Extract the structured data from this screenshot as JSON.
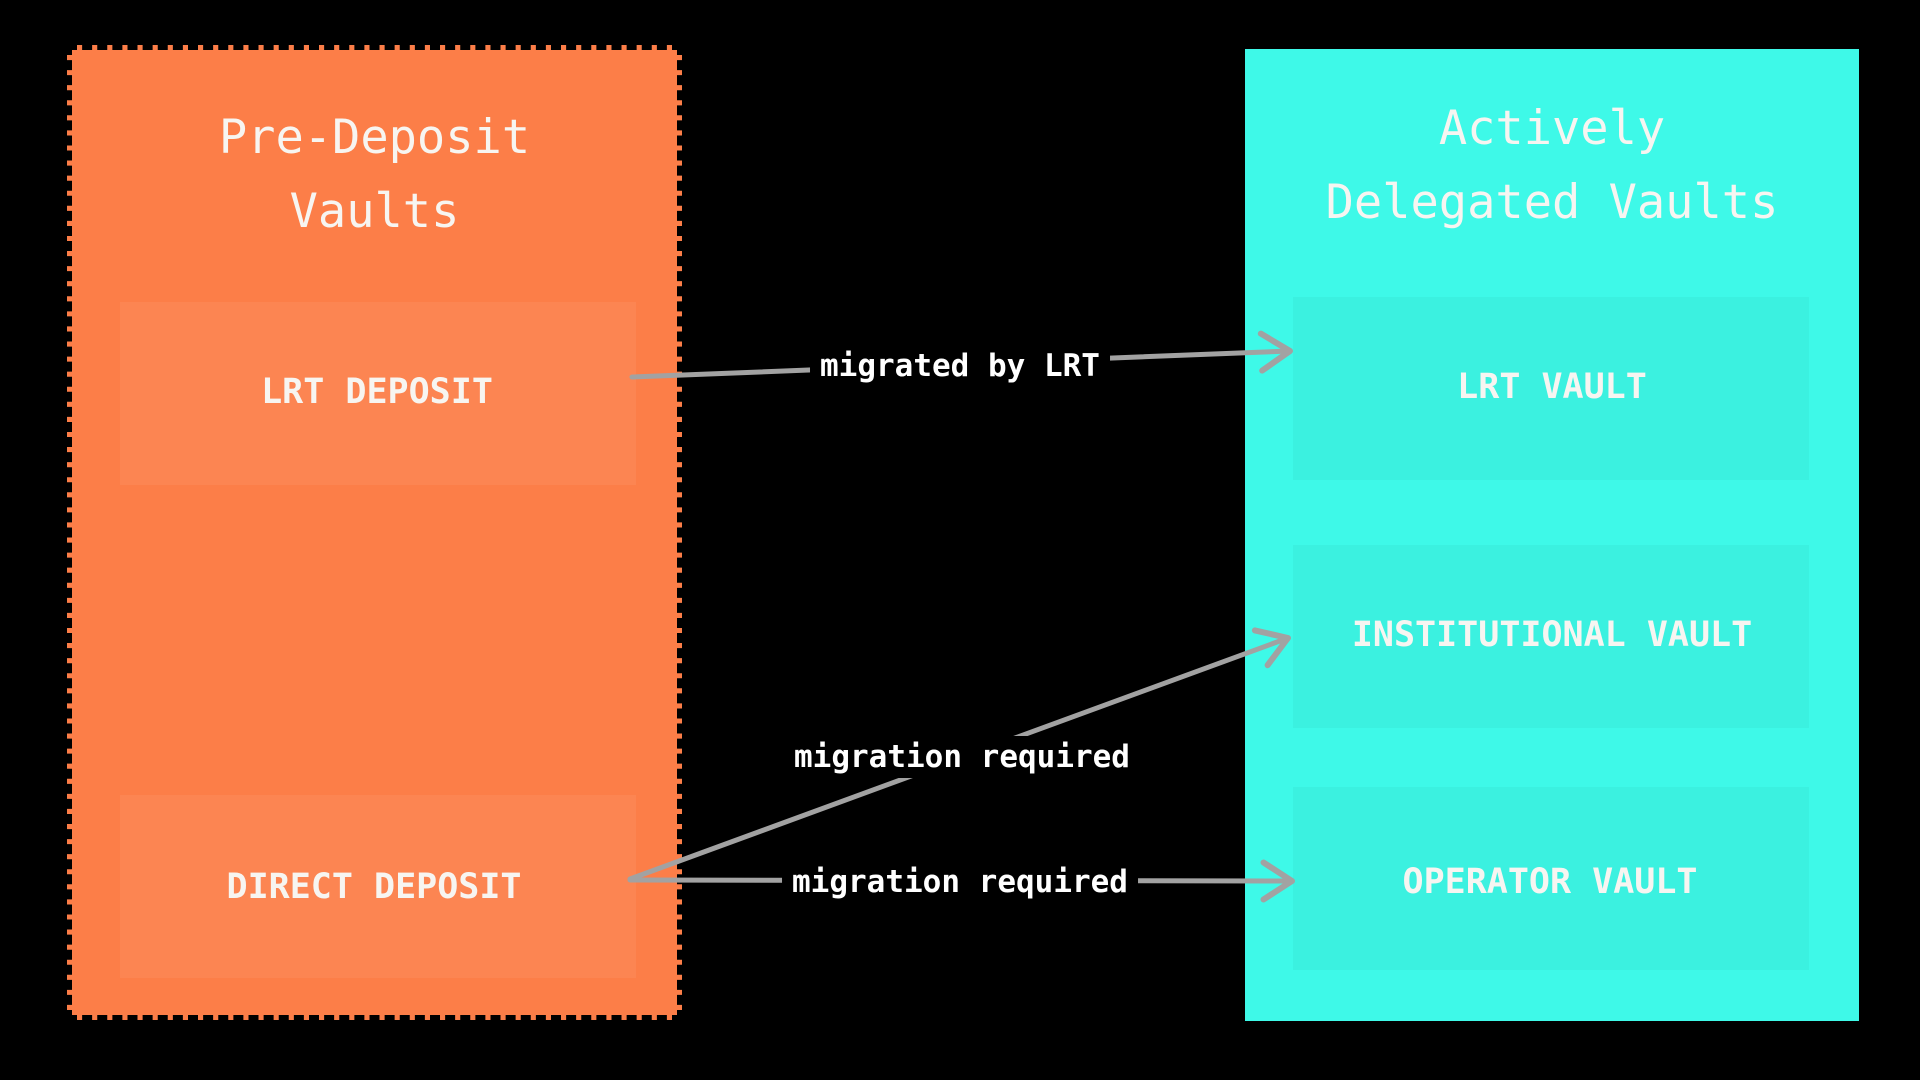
{
  "canvas": {
    "background": "#000000"
  },
  "left_panel": {
    "title": "Pre-Deposit\nVaults",
    "fill": "#FC7E48",
    "border_style": "dashed",
    "nodes": [
      {
        "label": "LRT DEPOSIT"
      },
      {
        "label": "DIRECT DEPOSIT"
      }
    ]
  },
  "right_panel": {
    "title": "Actively\nDelegated Vaults",
    "fill": "#3EF9E8",
    "border_style": "none",
    "nodes": [
      {
        "label": "LRT VAULT"
      },
      {
        "label": "INSTITUTIONAL VAULT"
      },
      {
        "label": "OPERATOR VAULT"
      }
    ]
  },
  "edges": [
    {
      "from": "LRT DEPOSIT",
      "to": "LRT VAULT",
      "label": "migrated by LRT"
    },
    {
      "from": "DIRECT DEPOSIT",
      "to": "INSTITUTIONAL VAULT",
      "label": "migration required"
    },
    {
      "from": "DIRECT DEPOSIT",
      "to": "OPERATOR VAULT",
      "label": "migration required"
    }
  ],
  "colors": {
    "arrow": "#A2A2A2",
    "panel_text": "#F7F5F1",
    "edge_label_text": "#FFFFFF"
  }
}
